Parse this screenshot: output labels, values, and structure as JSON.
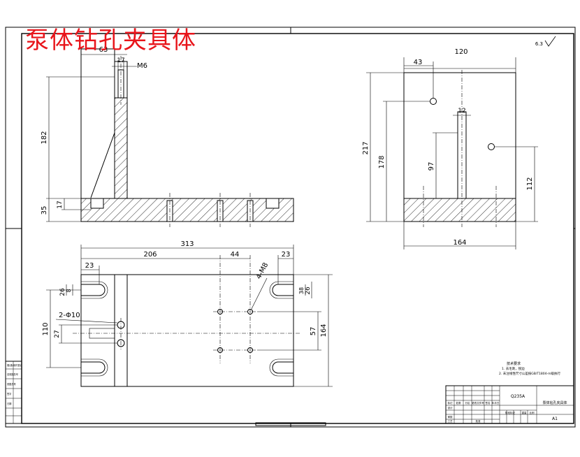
{
  "title": "泵体钻孔夹具体",
  "roughness": "6.3",
  "front_view": {
    "dim_top": "63",
    "dim_rib": "17",
    "thread": "M6",
    "dim_height": "182",
    "dim_base": "35",
    "dim_base_inner": "17"
  },
  "side_view": {
    "dim_width_top": "120",
    "dim_hole_offset": "43",
    "dim_rib": "12",
    "dim_total_h": "217",
    "dim_hole_h": "178",
    "dim_slot_h": "97",
    "dim_right_h": "112",
    "dim_base_w": "164"
  },
  "top_view": {
    "dim_total": "313",
    "dim_206": "206",
    "dim_44": "44",
    "dim_23_right": "23",
    "dim_23_left": "23",
    "thread_holes": "4-M8",
    "pin_holes": "2-Φ10",
    "dim_110": "110",
    "dim_27": "27",
    "dim_57": "57",
    "dim_164": "164",
    "dim_26_left": "26",
    "dim_8_left": "8",
    "dim_38_right": "38",
    "dim_26_right": "26"
  },
  "notes": {
    "heading": "技术要求",
    "line1": "1. 去毛刺，锐边",
    "line2": "2. 未注线性尺寸公差按GB/T1804-m级执行"
  },
  "title_block": {
    "material": "Q235A",
    "part_name": "泵体钻孔夹具体",
    "sheet_size": "A1",
    "headers": [
      "标记",
      "处数",
      "分区",
      "更改文件号",
      "签名",
      "年月日"
    ],
    "roles": [
      "设计",
      "审核",
      "工艺",
      "批准"
    ],
    "scale_labels": [
      "阶段标记",
      "重量",
      "比例"
    ]
  },
  "side_labels": [
    "借(通)用件登记",
    "旧底图总号",
    "底图总号",
    "签字",
    "日期"
  ]
}
